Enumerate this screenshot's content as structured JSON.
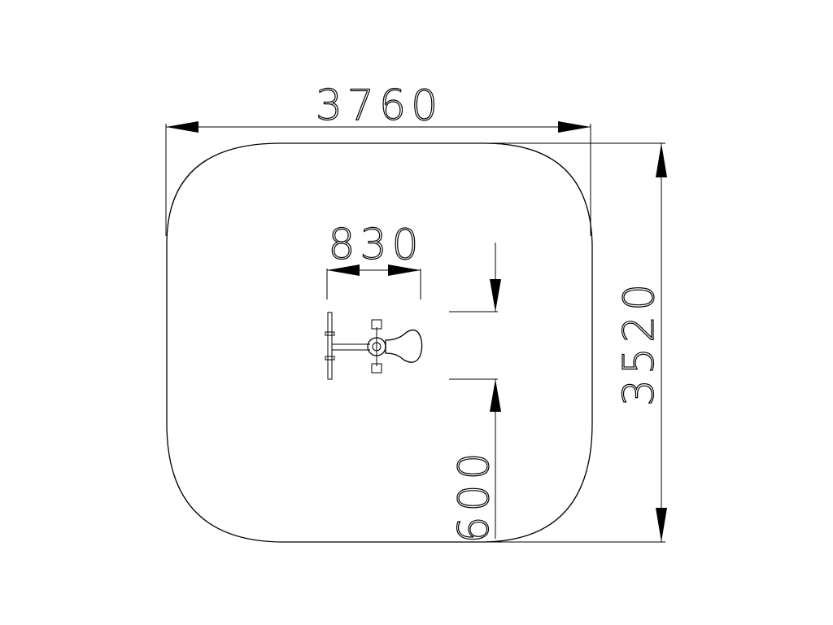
{
  "drawing": {
    "dimensions": {
      "overall_width": "3760",
      "overall_depth": "3520",
      "equipment_width": "830",
      "equipment_depth": "600"
    }
  }
}
